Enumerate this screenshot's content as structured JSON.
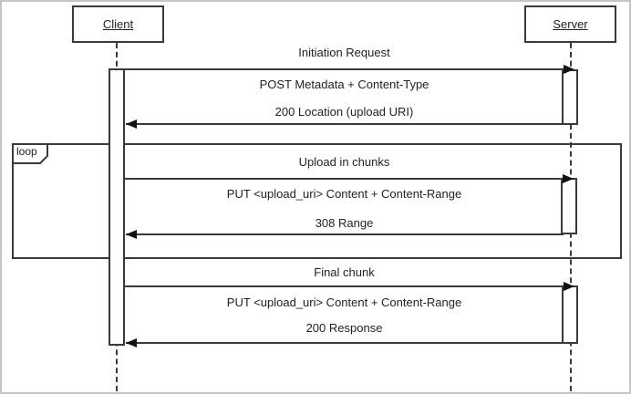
{
  "diagram": {
    "type": "uml-sequence",
    "actors": [
      {
        "id": "client",
        "label": "Client"
      },
      {
        "id": "server",
        "label": "Server"
      }
    ],
    "fragment": {
      "operator": "loop"
    },
    "interactions": [
      {
        "section_label": "Initiation Request",
        "request": "POST Metadata + Content-Type",
        "response": "200 Location (upload URI)",
        "from": "client",
        "to": "server"
      },
      {
        "section_label": "Upload in chunks",
        "request": "PUT <upload_uri> Content + Content-Range",
        "response": "308 Range",
        "from": "client",
        "to": "server",
        "in_fragment": "loop"
      },
      {
        "section_label": "Final chunk",
        "request": "PUT <upload_uri> Content + Content-Range",
        "response": "200 Response",
        "from": "client",
        "to": "server"
      }
    ],
    "colors": {
      "line": "#3a3a3a",
      "text": "#222222",
      "arrow": "#111111",
      "background": "#ffffff",
      "frame_border": "#c5c5c5"
    }
  }
}
